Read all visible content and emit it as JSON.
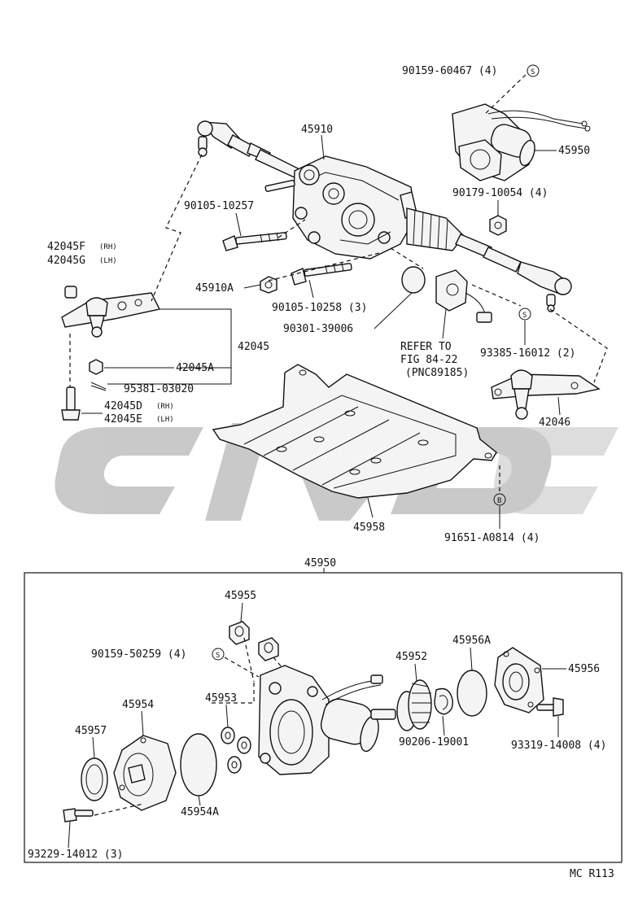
{
  "labels": {
    "p90159_60467": "90159-60467 (4)",
    "s_top": "S",
    "p45910": "45910",
    "p45950_top": "45950",
    "p90105_10257": "90105-10257",
    "p90179_10054": "90179-10054 (4)",
    "p42045F": "42045F",
    "rh1": "(RH)",
    "p42045G": "42045G",
    "lh1": "(LH)",
    "p45910A": "45910A",
    "p90105_10258": "90105-10258 (3)",
    "p90301_39006": "90301-39006",
    "refer1": "REFER TO",
    "refer2": "FIG 84-22",
    "refer3": "(PNC89185)",
    "s_mid": "S",
    "p93385_16012": "93385-16012 (2)",
    "p42045": "42045",
    "p42045A": "42045A",
    "p95381_03020": "95381-03020",
    "p42045D": "42045D",
    "rh2": "(RH)",
    "p42045E": "42045E",
    "lh2": "(LH)",
    "p42046": "42046",
    "p45958": "45958",
    "b_mark": "B",
    "p91651_A0814": "91651-A0814 (4)",
    "p45950_box": "45950",
    "p45955": "45955",
    "p90159_50259": "90159-50259 (4)",
    "s_box": "S",
    "p45952": "45952",
    "p45956A": "45956A",
    "p45956": "45956",
    "p45954": "45954",
    "p45953": "45953",
    "p45957": "45957",
    "p90206_19001": "90206-19001",
    "p93319_14008": "93319-14008 (4)",
    "p45954A": "45954A",
    "p93229_14012": "93229-14012 (3)",
    "code": "MC R113"
  },
  "watermark": {
    "color": "#c4c4c4",
    "text": "CIVDC"
  },
  "colors": {
    "line": "#111111",
    "part_fill": "#f4f4f4",
    "background": "#ffffff"
  }
}
